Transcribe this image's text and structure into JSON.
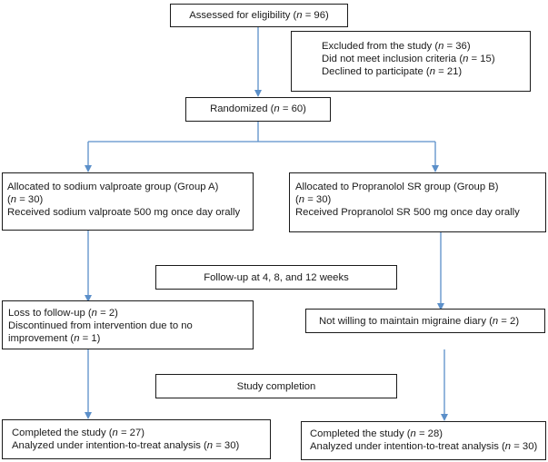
{
  "assessed": {
    "pre": "Assessed for eligibility (",
    "n": "n",
    "post": " = 96)"
  },
  "excluded": [
    {
      "pre": "Excluded from the study (",
      "n": "n",
      "post": " = 36)"
    },
    {
      "pre": "Did not meet inclusion criteria (",
      "n": "n",
      "post": " = 15)"
    },
    {
      "pre": "Declined to participate (",
      "n": "n",
      "post": " = 21)"
    }
  ],
  "randomized": {
    "pre": "Randomized (",
    "n": "n",
    "post": " = 60)"
  },
  "group_a": {
    "line1": "Allocated to sodium valproate group (Group A)",
    "line2": {
      "pre": "(",
      "n": "n",
      "post": " = 30)"
    },
    "line3": "Received sodium valproate 500 mg once day orally"
  },
  "group_b": {
    "line1": "Allocated to Propranolol SR group (Group B)",
    "line2": {
      "pre": "(",
      "n": "n",
      "post": " = 30)"
    },
    "line3": "Received Propranolol SR 500 mg once day orally"
  },
  "followup": "Follow-up at 4, 8, and 12 weeks",
  "loss_a": {
    "line1": {
      "pre": "Loss to follow-up (",
      "n": "n",
      "post": " = 2)"
    },
    "line2": "Discontinued from intervention due to no",
    "line3": {
      "pre": "improvement (",
      "n": "n",
      "post": " = 1)"
    }
  },
  "loss_b": {
    "pre": "Not willing to maintain migraine diary (",
    "n": "n",
    "post": " = 2)"
  },
  "completion": "Study completion",
  "completed_a": {
    "line1": {
      "pre": "Completed the study (",
      "n": "n",
      "post": " = 27)"
    },
    "line2": {
      "pre": "Analyzed under intention-to-treat analysis (",
      "n": "n",
      "post": " = 30)"
    }
  },
  "completed_b": {
    "line1": {
      "pre": "Completed the study (",
      "n": "n",
      "post": " = 28)"
    },
    "line2": {
      "pre": "Analyzed under intention-to-treat analysis (",
      "n": "n",
      "post": " = 30)"
    }
  },
  "colors": {
    "arrow": "#5b8fc9",
    "border": "#1a1a1a"
  }
}
